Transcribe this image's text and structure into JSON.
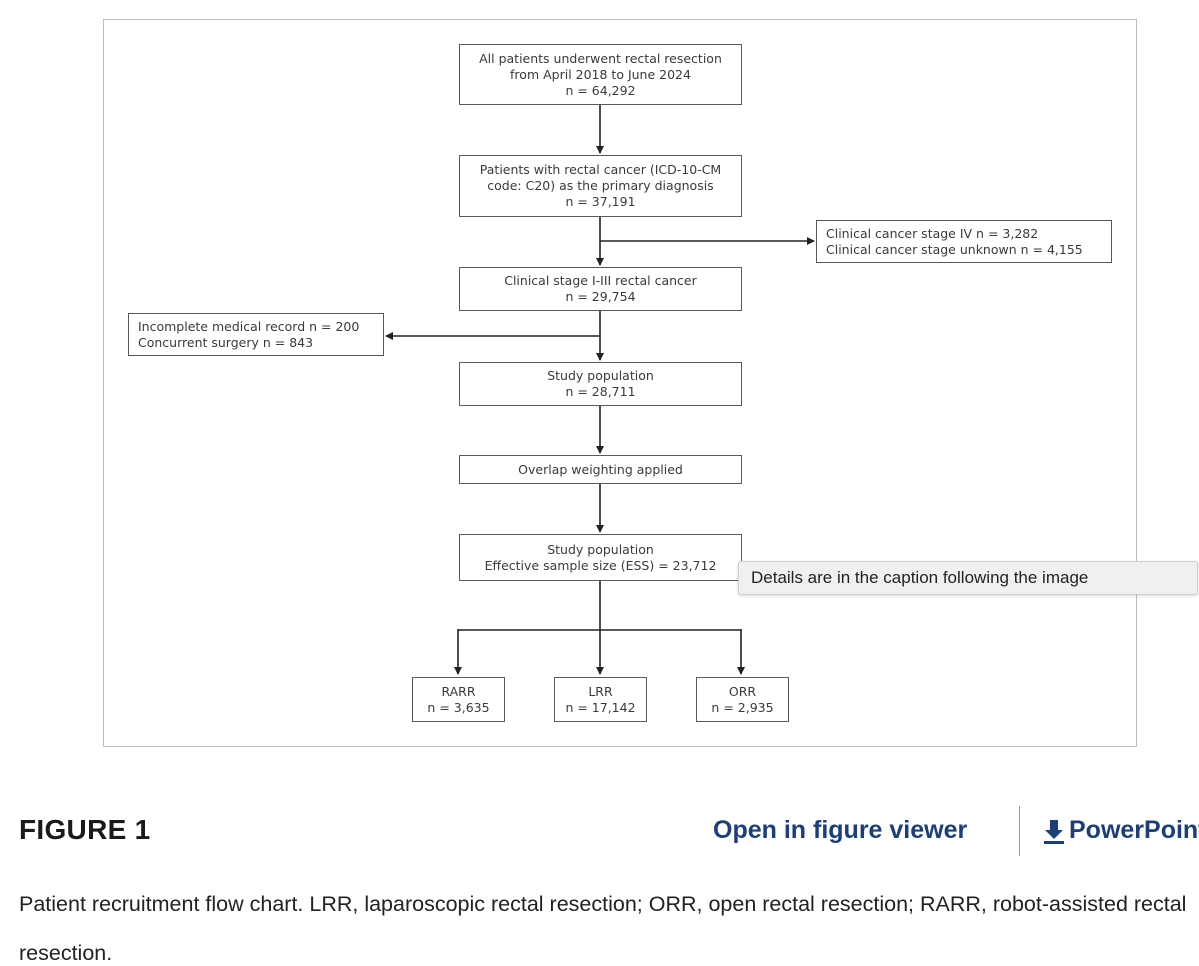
{
  "flowchart": {
    "nodes": {
      "all_patients": [
        "All patients underwent rectal resection",
        "from April 2018 to June 2024",
        "n = 64,292"
      ],
      "rectal_cancer": [
        "Patients with rectal cancer (ICD-10-CM",
        "code: C20) as the primary diagnosis",
        "n = 37,191"
      ],
      "excluded_stage": [
        "Clinical cancer stage IV n = 3,282",
        "Clinical cancer stage unknown n = 4,155"
      ],
      "stage_1_3": [
        "Clinical stage I-III rectal cancer",
        "n = 29,754"
      ],
      "excluded_records": [
        "Incomplete medical record n = 200",
        "Concurrent surgery n = 843"
      ],
      "study_population": [
        "Study population",
        "n = 28,711"
      ],
      "overlap": [
        "Overlap weighting applied"
      ],
      "ess_population": [
        "Study population",
        "Effective sample size (ESS) = 23,712"
      ],
      "rarr": [
        "RARR",
        "n = 3,635"
      ],
      "lrr": [
        "LRR",
        "n = 17,142"
      ],
      "orr": [
        "ORR",
        "n = 2,935"
      ]
    },
    "edges": [
      [
        "all_patients",
        "rectal_cancer"
      ],
      [
        "rectal_cancer",
        "stage_1_3"
      ],
      [
        "rectal_cancer",
        "excluded_stage"
      ],
      [
        "stage_1_3",
        "study_population"
      ],
      [
        "stage_1_3",
        "excluded_records"
      ],
      [
        "study_population",
        "overlap"
      ],
      [
        "overlap",
        "ess_population"
      ],
      [
        "ess_population",
        "rarr"
      ],
      [
        "ess_population",
        "lrr"
      ],
      [
        "ess_population",
        "orr"
      ]
    ]
  },
  "tooltip": {
    "text": "Details are in the caption following the image"
  },
  "figure_footer": {
    "label": "FIGURE 1",
    "open_viewer": "Open in figure viewer",
    "powerpoint": "PowerPoint"
  },
  "caption": "Patient recruitment flow chart. LRR, laparoscopic rectal resection; ORR, open rectal resection; RARR, robot-assisted rectal resection.",
  "colors": {
    "link": "#1c3f7a",
    "node_border": "#5a5a5a",
    "frame_border": "#bdbdbd"
  },
  "icons": {
    "powerpoint": "download-icon"
  }
}
